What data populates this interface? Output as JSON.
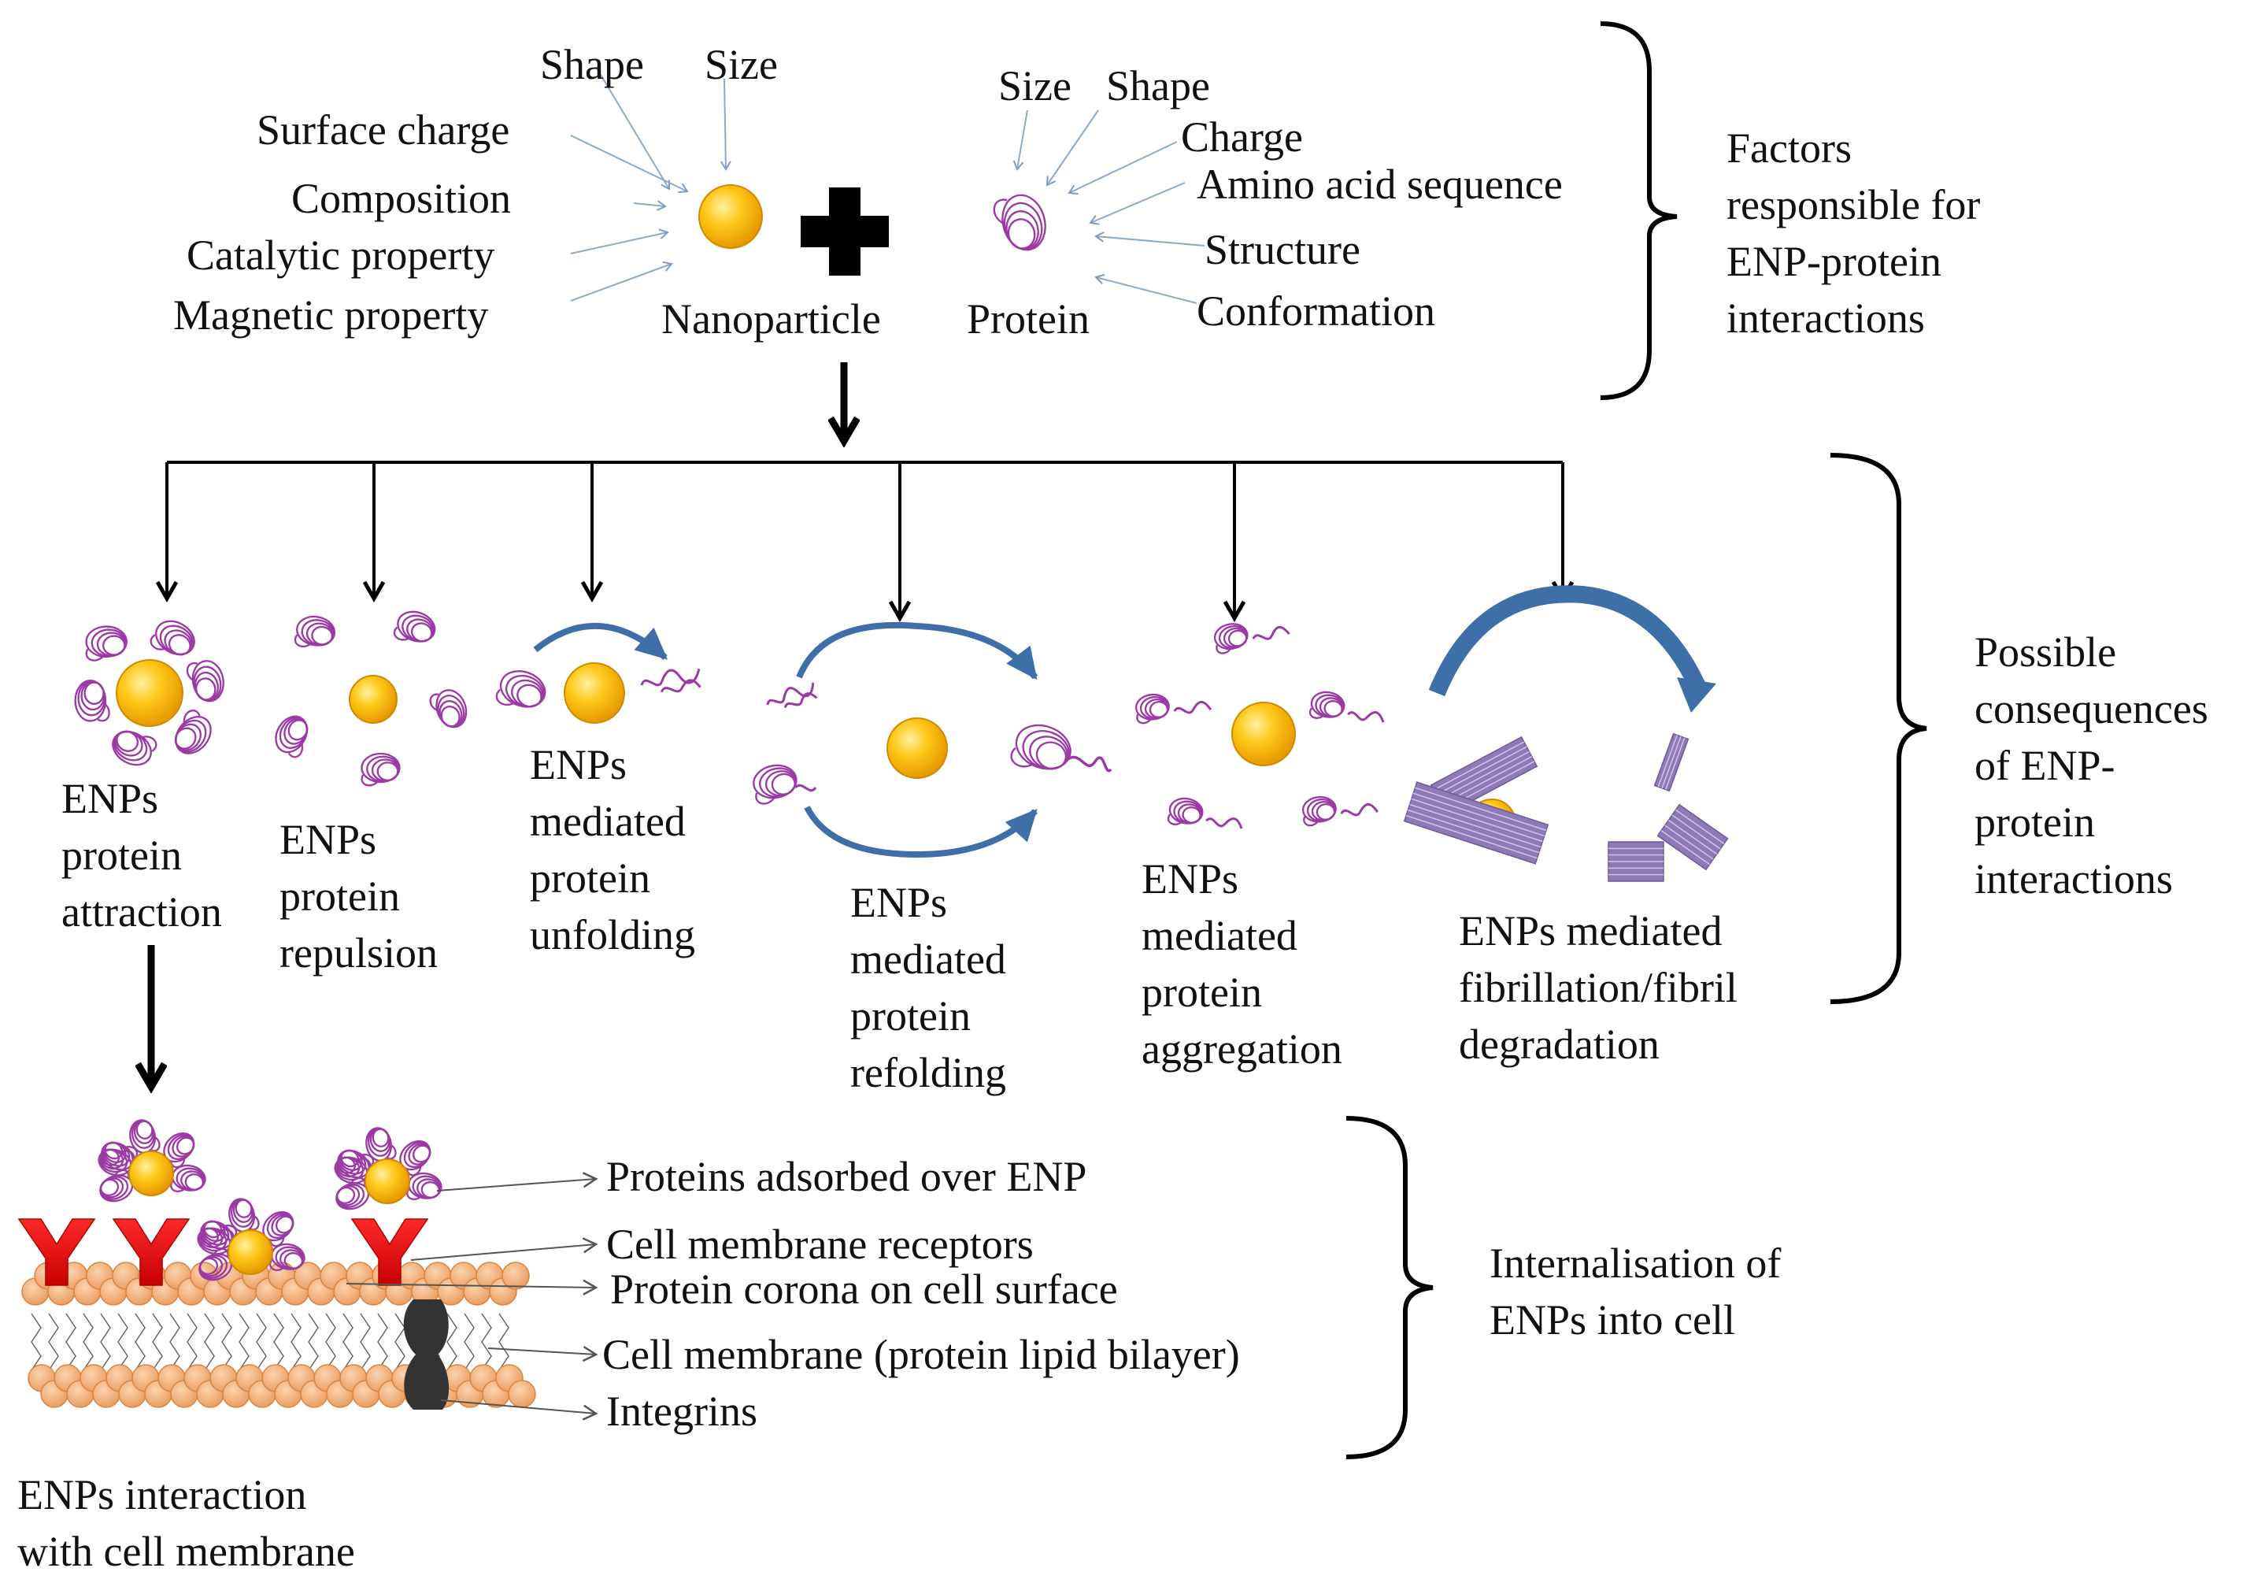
{
  "nanoparticle": {
    "factors": [
      "Shape",
      "Size",
      "Surface charge",
      "Composition",
      "Catalytic property",
      "Magnetic property"
    ],
    "label": "Nanoparticle"
  },
  "protein": {
    "factors": [
      "Size",
      "Shape",
      "Charge",
      "Amino acid sequence",
      "Structure",
      "Conformation"
    ],
    "label": "Protein"
  },
  "brackets": {
    "factors": "Factors\nresponsible for\nENP-protein\ninteractions",
    "consequences": "Possible\nconsequences\nof ENP-\nprotein\ninteractions",
    "internalisation": "Internalisation of\nENPs into cell"
  },
  "consequences": [
    "ENPs\nprotein\nattraction",
    "ENPs\nprotein\nrepulsion",
    "ENPs\nmediated\nprotein\nunfolding",
    "ENPs\nmediated\nprotein\nrefolding",
    "ENPs\nmediated\nprotein\naggregation",
    "ENPs mediated\nfibrillation/fibril\ndegradation"
  ],
  "membrane": {
    "callouts": [
      "Proteins adsorbed over ENP",
      "Cell membrane receptors",
      "Protein corona on cell surface",
      "Cell membrane (protein lipid bilayer)",
      "Integrins"
    ],
    "caption": "ENPs interaction\nwith cell membrane"
  },
  "colors": {
    "nanoparticle": "#f5b800",
    "protein": "#9b3aa5",
    "receptor": "#e01010",
    "membrane": "#f4b07a",
    "curved_arrow": "#3e6fa8",
    "fibril": "#8f7ab8",
    "integrin": "#333333",
    "thin_arrow": "#8fa9c8"
  }
}
